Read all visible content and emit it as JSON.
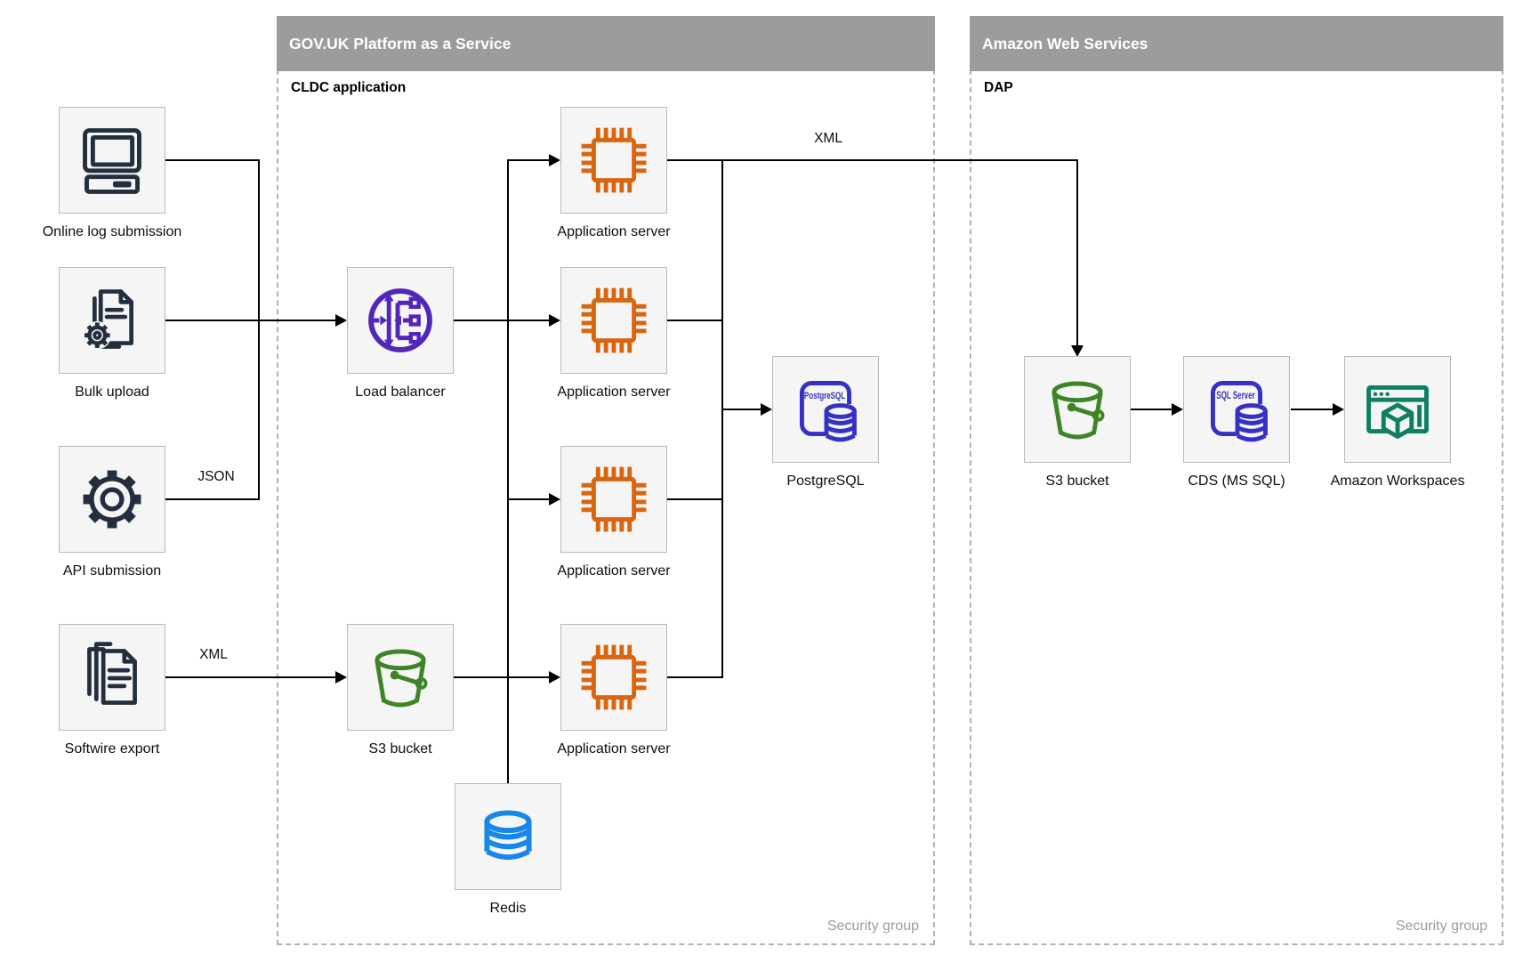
{
  "containers": {
    "paas": {
      "title": "GOV.UK Platform as a Service",
      "sublabel": "CLDC application",
      "footer": "Security group"
    },
    "aws": {
      "title": "Amazon Web Services",
      "sublabel": "DAP",
      "footer": "Security group"
    }
  },
  "nodes": {
    "online_log": {
      "label": "Online log submission",
      "icon": "computer-icon"
    },
    "bulk_upload": {
      "label": "Bulk upload",
      "icon": "document-gear-icon"
    },
    "api_submission": {
      "label": "API submission",
      "icon": "gear-icon"
    },
    "softwire_export": {
      "label": "Softwire export",
      "icon": "documents-stack-icon"
    },
    "load_balancer": {
      "label": "Load balancer",
      "icon": "load-balancer-icon"
    },
    "app_server_1": {
      "label": "Application server",
      "icon": "chip-icon"
    },
    "app_server_2": {
      "label": "Application server",
      "icon": "chip-icon"
    },
    "app_server_3": {
      "label": "Application server",
      "icon": "chip-icon"
    },
    "app_server_4": {
      "label": "Application server",
      "icon": "chip-icon"
    },
    "postgresql": {
      "label": "PostgreSQL",
      "icon": "postgresql-db-icon",
      "icon_text": "PostgreSQL"
    },
    "s3_paas": {
      "label": "S3 bucket",
      "icon": "s3-bucket-icon"
    },
    "redis": {
      "label": "Redis",
      "icon": "redis-db-icon"
    },
    "s3_aws": {
      "label": "S3 bucket",
      "icon": "s3-bucket-icon"
    },
    "cds": {
      "label": "CDS (MS SQL)",
      "icon": "sql-server-db-icon",
      "icon_text": "SQL Server"
    },
    "workspaces": {
      "label": "Amazon Workspaces",
      "icon": "workspaces-icon"
    }
  },
  "edge_labels": {
    "api_json": "JSON",
    "softwire_xml": "XML",
    "app_to_s3_xml": "XML"
  },
  "edges": [
    {
      "from": "Online log submission",
      "to": "Load balancer",
      "label": ""
    },
    {
      "from": "Bulk upload",
      "to": "Load balancer",
      "label": ""
    },
    {
      "from": "API submission",
      "to": "Load balancer",
      "label": "JSON"
    },
    {
      "from": "Softwire export",
      "to": "S3 bucket (PaaS)",
      "label": "XML"
    },
    {
      "from": "S3 bucket (PaaS)",
      "to": "Application server 4",
      "label": ""
    },
    {
      "from": "Load balancer",
      "to": "Application server 1",
      "label": ""
    },
    {
      "from": "Load balancer",
      "to": "Application server 2",
      "label": ""
    },
    {
      "from": "Load balancer",
      "to": "Application server 3",
      "label": ""
    },
    {
      "from": "Load balancer",
      "to": "Redis",
      "label": ""
    },
    {
      "from": "Application servers",
      "to": "PostgreSQL",
      "label": ""
    },
    {
      "from": "Application server 1",
      "to": "S3 bucket (AWS)",
      "label": "XML"
    },
    {
      "from": "S3 bucket (AWS)",
      "to": "CDS (MS SQL)",
      "label": ""
    },
    {
      "from": "CDS (MS SQL)",
      "to": "Amazon Workspaces",
      "label": ""
    }
  ],
  "colors": {
    "dark_navy": "#232F3E",
    "orange": "#D9660F",
    "purple": "#5226B9",
    "green": "#3E8527",
    "indigo": "#3431C4",
    "blue": "#1787E8",
    "teal": "#0E7F62",
    "header_gray": "#9C9C9C"
  }
}
